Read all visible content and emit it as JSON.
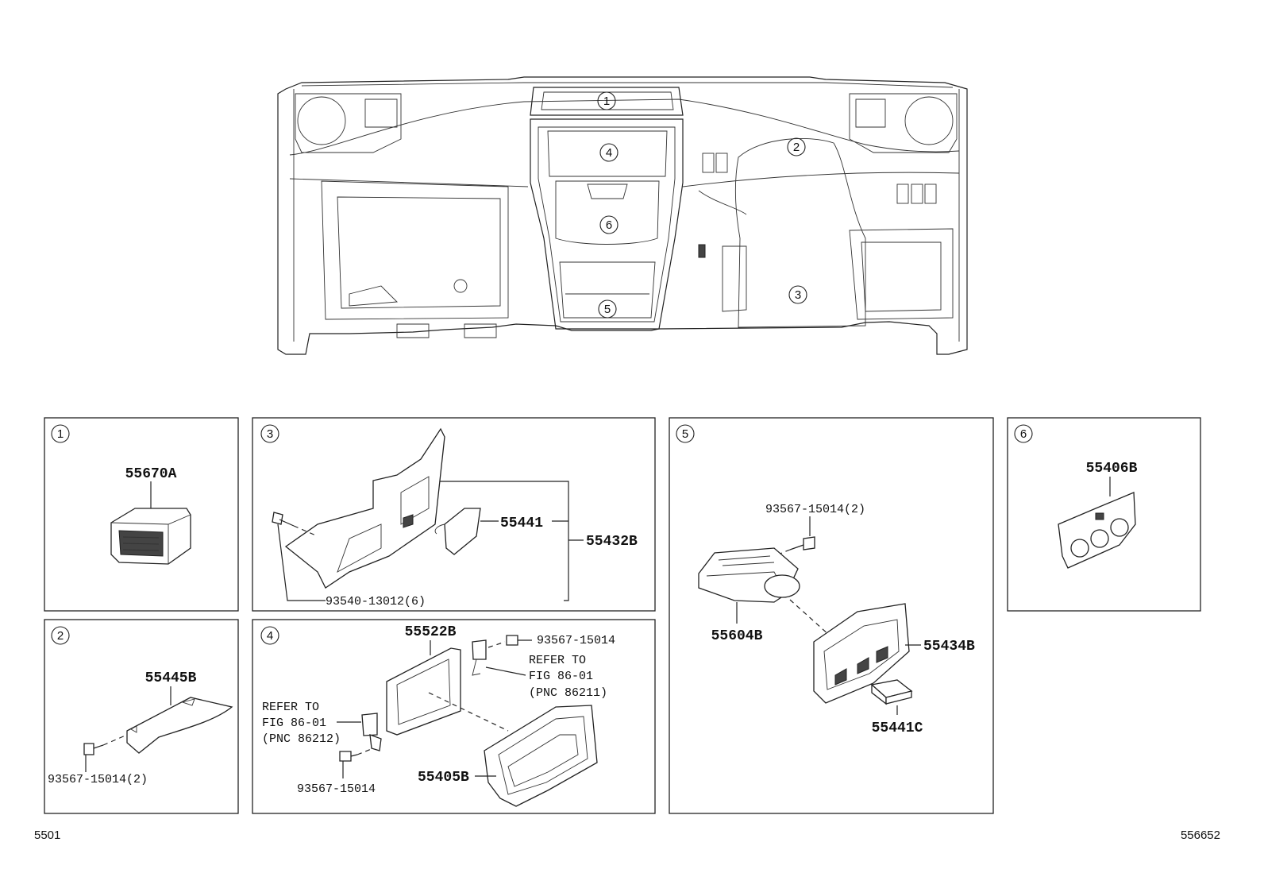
{
  "overview_callouts": [
    "1",
    "2",
    "3",
    "4",
    "5",
    "6"
  ],
  "panels": {
    "p1": {
      "num": "1",
      "part": "55670A"
    },
    "p3": {
      "num": "3",
      "part_inner": "55441",
      "part_outer": "55432B",
      "screw": "93540-13012(6)"
    },
    "p5": {
      "num": "5",
      "screw": "93567-15014(2)",
      "part_a": "55604B",
      "part_b": "55434B",
      "part_c": "55441C"
    },
    "p6": {
      "num": "6",
      "part": "55406B"
    },
    "p2": {
      "num": "2",
      "part": "55445B",
      "screw": "93567-15014(2)"
    },
    "p4": {
      "num": "4",
      "part_a": "55522B",
      "screw_a": "93567-15014",
      "ref_right": [
        "REFER TO",
        "FIG 86-01",
        "(PNC 86211)"
      ],
      "ref_left": [
        "REFER TO",
        "FIG 86-01",
        "(PNC 86212)"
      ],
      "screw_b": "93567-15014",
      "part_b": "55405B"
    }
  },
  "footer": {
    "left": "5501",
    "right": "556652"
  }
}
